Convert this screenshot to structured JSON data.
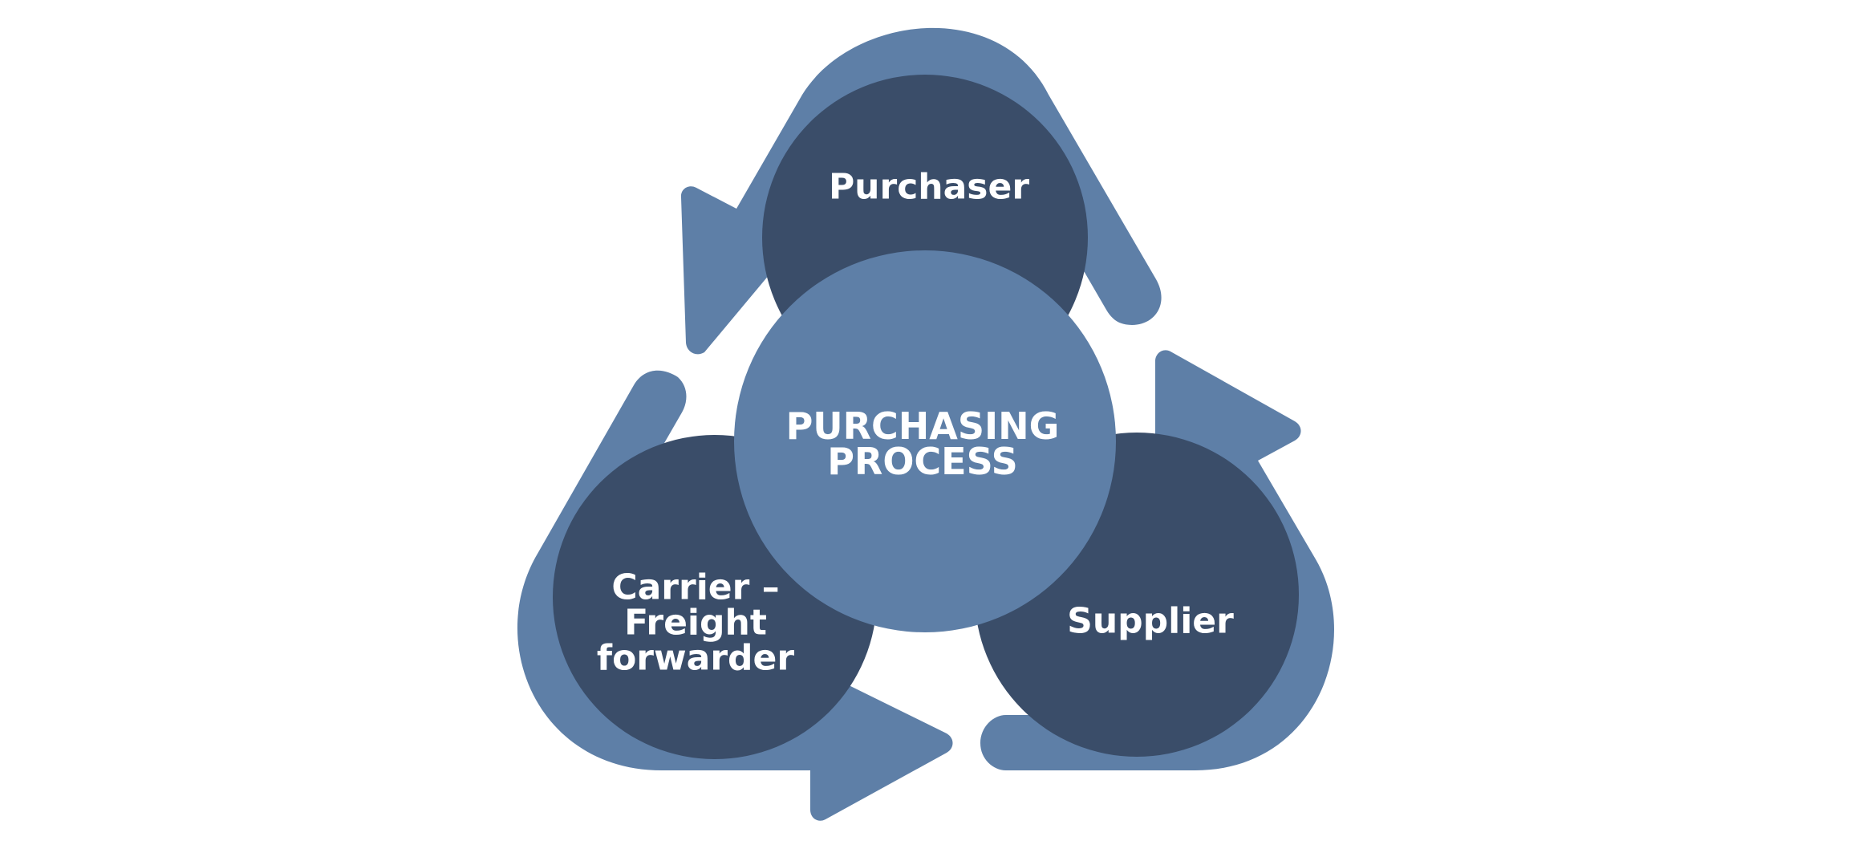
{
  "diagram": {
    "center": {
      "lines": [
        "PURCHASING",
        "PROCESS"
      ]
    },
    "nodes": {
      "purchaser": {
        "lines": [
          "Purchaser"
        ]
      },
      "supplier": {
        "lines": [
          "Supplier"
        ]
      },
      "carrier": {
        "lines": [
          "Carrier –",
          "Freight",
          "forwarder"
        ]
      }
    }
  },
  "colors": {
    "arrow": "#5e7fa7",
    "node": "#3a4d69",
    "center": "#5e7fa7",
    "text": "#ffffff",
    "background": "#ffffff"
  },
  "icons": {
    "cycle_arrows": [
      "curved-arrow-icon",
      "curved-arrow-icon",
      "curved-arrow-icon"
    ]
  }
}
